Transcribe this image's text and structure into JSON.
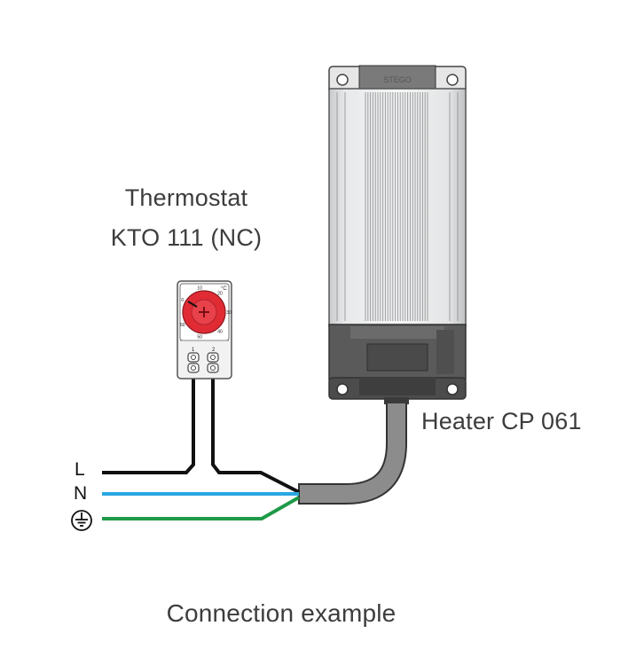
{
  "thermostat": {
    "name_line1": "Thermostat",
    "name_line2": "KTO 111 (NC)",
    "unit": "°C",
    "scale_marks": [
      "0",
      "10",
      "20",
      "30",
      "40",
      "50",
      "60"
    ],
    "terminals": [
      "1",
      "2"
    ]
  },
  "heater": {
    "label": "Heater CP 061",
    "brand": "STEGO"
  },
  "wires": {
    "line_label": "L",
    "neutral_label": "N",
    "earth_icon": "protective-earth-icon",
    "colors": {
      "line": "#111111",
      "neutral": "#2aa7e0",
      "earth": "#1e9a48",
      "cable": "#8c8c8c"
    }
  },
  "caption": "Connection example"
}
